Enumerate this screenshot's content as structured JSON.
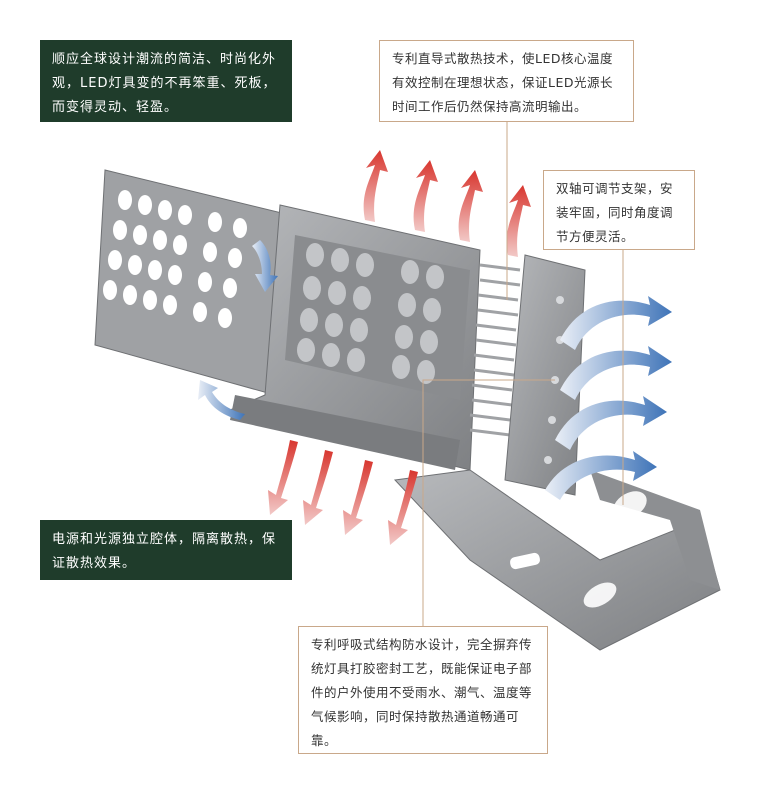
{
  "callouts": {
    "design": "顺应全球设计潮流的简洁、时尚化外观，LED灯具变的不再笨重、死板，而变得灵动、轻盈。",
    "heat_tech": "专利直导式散热技术，使LED核心温度有效控制在理想状态，保证LED光源长时间工作后仍然保持高流明输出。",
    "bracket": "双轴可调节支架，安装牢固，同时角度调节方便灵活。",
    "chambers": "电源和光源独立腔体，隔离散热，保证散热效果。",
    "waterproof": "专利呼吸式结构防水设计，完全摒弃传统灯具打胶密封工艺，既能保证电子部件的户外使用不受雨水、潮气、温度等气候影响，同时保持散热通道畅通可靠。"
  },
  "colors": {
    "dark_panel": "#1f3c2b",
    "callout_border": "#c9a88a",
    "hot_arrow": "#d8362f",
    "cool_arrow": "#3f74b8",
    "metal": "#9a9c9f"
  }
}
